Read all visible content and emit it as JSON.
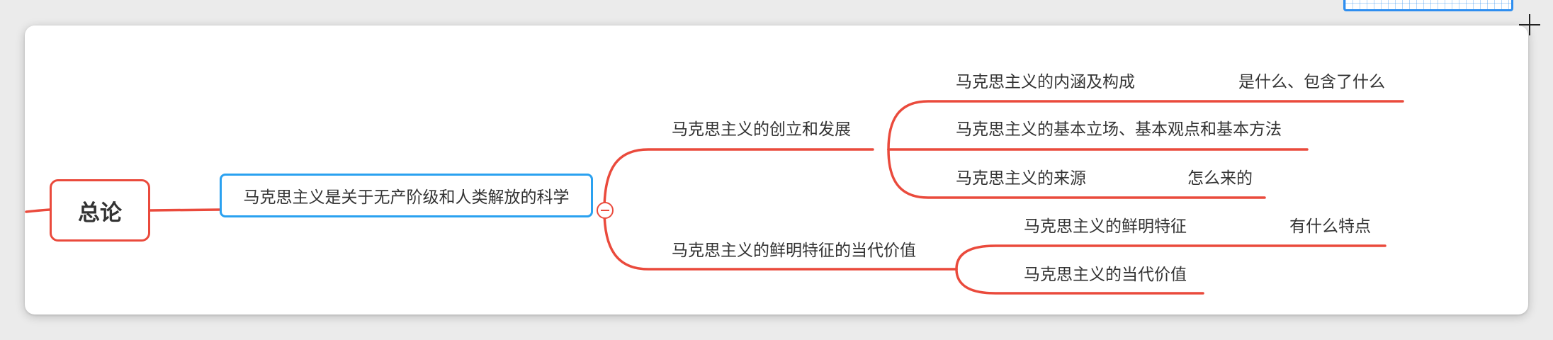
{
  "colors": {
    "branch_line": "#ea4a3c",
    "selected_border": "#2aa1f0",
    "text": "#333333"
  },
  "root": {
    "label": "总论"
  },
  "main": {
    "label": "马克思主义是关于无产阶级和人类解放的科学"
  },
  "branches": [
    {
      "label": "马克思主义的创立和发展",
      "children": [
        {
          "label": "马克思主义的内涵及构成",
          "note": "是什么、包含了什么"
        },
        {
          "label": "马克思主义的基本立场、基本观点和基本方法",
          "note": ""
        },
        {
          "label": "马克思主义的来源",
          "note": "怎么来的"
        }
      ]
    },
    {
      "label": "马克思主义的鲜明特征的当代价值",
      "children": [
        {
          "label": "马克思主义的鲜明特征",
          "note": "有什么特点"
        },
        {
          "label": "马克思主义的当代价值",
          "note": ""
        }
      ]
    }
  ],
  "icons": {
    "collapse": "minus-circle-icon",
    "cursor": "crosshair-plus-icon"
  }
}
